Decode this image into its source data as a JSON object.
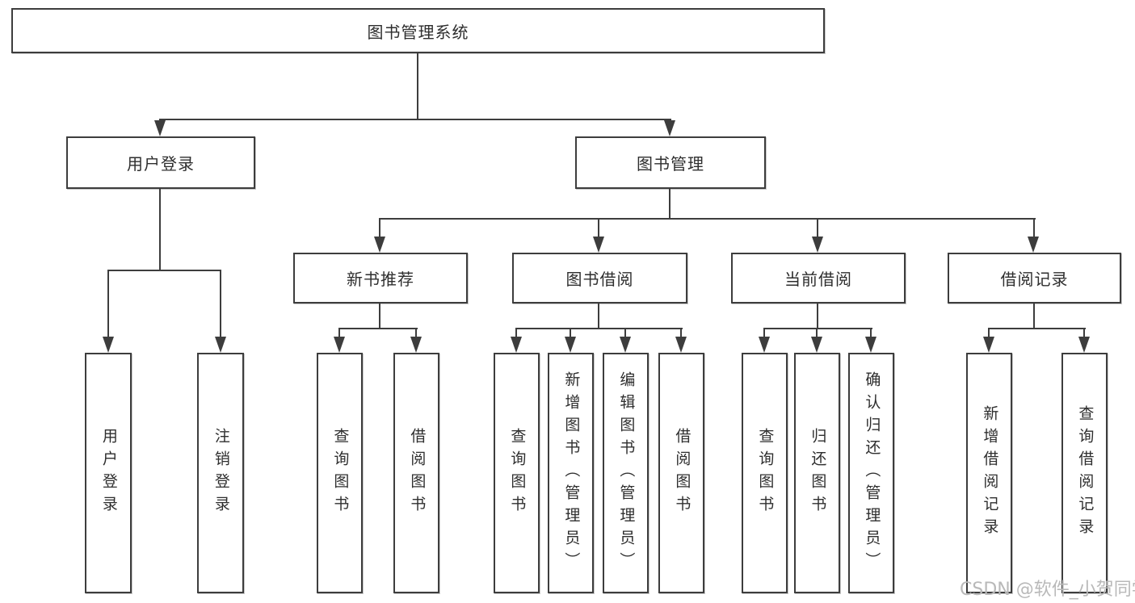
{
  "colors": {
    "line": "#3d3d3d",
    "box_border": "#3d3d3d",
    "box_fill": "#ffffff",
    "text": "#2e2e2e",
    "watermark": "#b9b9b9"
  },
  "tree": {
    "label": "图书管理系统",
    "children": [
      {
        "label": "用户登录",
        "children": [
          "用户登录",
          "注销登录"
        ]
      },
      {
        "label": "图书管理",
        "children": [
          {
            "label": "新书推荐",
            "children": [
              "查询图书",
              "借阅图书"
            ]
          },
          {
            "label": "图书借阅",
            "children": [
              "查询图书",
              "新增图书（管理员）",
              "编辑图书（管理员）",
              "借阅图书"
            ]
          },
          {
            "label": "当前借阅",
            "children": [
              "查询图书",
              "归还图书",
              "确认归还（管理员）"
            ]
          },
          {
            "label": "借阅记录",
            "children": [
              "新增借阅记录",
              "查询借阅记录"
            ]
          }
        ]
      }
    ]
  },
  "watermark": {
    "text": "CSDN @软件_小贺同学"
  }
}
